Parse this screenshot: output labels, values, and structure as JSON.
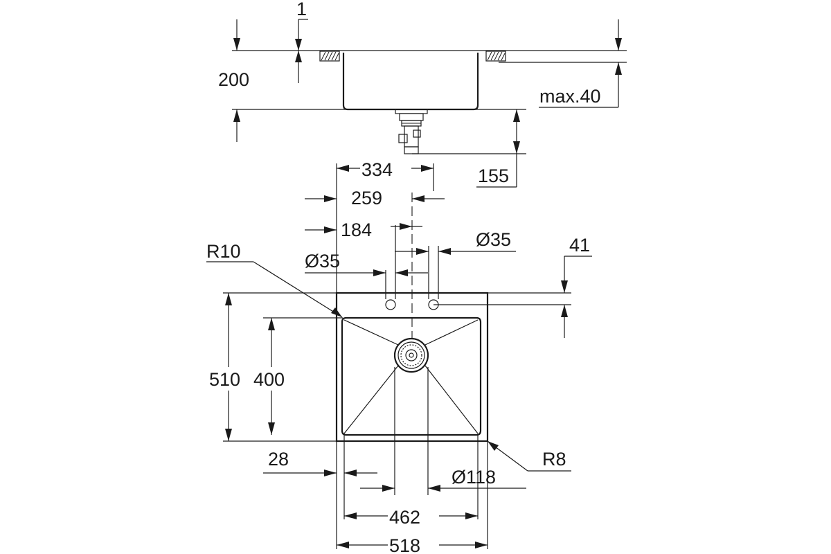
{
  "side_view": {
    "labels": {
      "rim_thickness": "1",
      "bowl_depth": "200",
      "counter_max": "max.40",
      "drain_depth": "155"
    }
  },
  "top_view": {
    "labels": {
      "dim_334": "334",
      "dim_259": "259",
      "dim_184": "184",
      "tap_hole_right": "Ø35",
      "tap_hole_left": "Ø35",
      "dim_41": "41",
      "outer_radius": "R10",
      "depth_outer": "510",
      "depth_inner": "400",
      "rim_28": "28",
      "waste_diameter": "Ø118",
      "inner_radius": "R8",
      "inner_width": "462",
      "outer_width": "518"
    }
  },
  "colors": {
    "line": "#1a1a1a",
    "background": "#ffffff"
  }
}
